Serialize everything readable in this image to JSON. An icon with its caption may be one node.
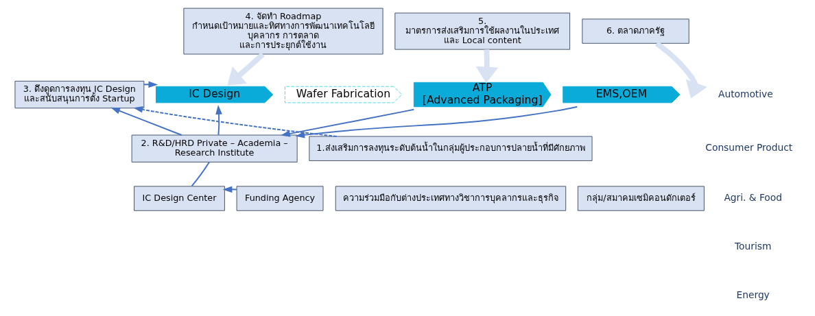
{
  "diagram": {
    "nodes": [
      {
        "text": [
          "4. จัดทำ Roadmap กำหนดเป้าหมายและทิศทางการพัฒนาเทคโนโลยี บุคลากร การตลาด และการประยุกต์ใช้งาน"
        ]
      },
      {
        "text": [
          "5. มาตรการส่งเสริมการใช้ผลงานในประเทศ และ Local content"
        ]
      },
      {
        "text": [
          "6. ตลาดภาครัฐ"
        ]
      },
      {
        "text": [
          "3. ดึงดูดการลงทุน IC Design และสนับสนุนการตั้ง Startup"
        ]
      },
      {
        "text": [
          "IC Design"
        ]
      },
      {
        "text": [
          "Wafer Fabrication"
        ]
      },
      {
        "text": [
          "ATP",
          "[Advanced Packaging]"
        ]
      },
      {
        "text": [
          "EMS,OEM"
        ]
      },
      {
        "text": [
          "2. R&D/HRD Private – Academia – Research Institute"
        ]
      },
      {
        "text": [
          "1.ส่งเสริมการลงทุนระดับต้นน้ำในกลุ่มผู้ประกอบการปลายน้ำที่มีศักยภาพ"
        ]
      },
      {
        "text": [
          "Funding Agency"
        ]
      },
      {
        "text": [
          "IC Design Center"
        ]
      },
      {
        "text": [
          "ความร่วมมือกับต่างประเทศทางวิชาการบุคลากรและธุรกิจ"
        ]
      },
      {
        "text": [
          "กลุ่ม/สมาคมเซมิคอนดักเตอร์"
        ]
      }
    ],
    "edges": [
      {
        "from": 0,
        "to": 4,
        "arrow": "to",
        "style": "thick",
        "color": "#d9e2f3"
      },
      {
        "from": 1,
        "to": 6,
        "arrow": "to",
        "style": "thick",
        "color": "#d9e2f3"
      },
      {
        "from": 2,
        "to": null,
        "arrow": "to",
        "style": "thick",
        "color": "#d9e2f3"
      },
      {
        "from": 3,
        "to": 4,
        "arrow": "to"
      },
      {
        "from": 11,
        "to": 8,
        "arrow": "none"
      },
      {
        "from": 8,
        "to": 4,
        "arrow": "to"
      },
      {
        "from": 8,
        "to": 3,
        "arrow": "to"
      },
      {
        "from": 9,
        "to": 3,
        "arrow": "to",
        "style": "dashed"
      },
      {
        "from": 6,
        "to": 8,
        "arrow": "to"
      },
      {
        "from": 7,
        "to": 8,
        "arrow": "to"
      },
      {
        "from": 10,
        "to": 11,
        "arrow": "to"
      }
    ],
    "labels": [
      "Automotive",
      "Consumer Product",
      "Agri. & Food",
      "Tourism",
      "Energy"
    ]
  }
}
